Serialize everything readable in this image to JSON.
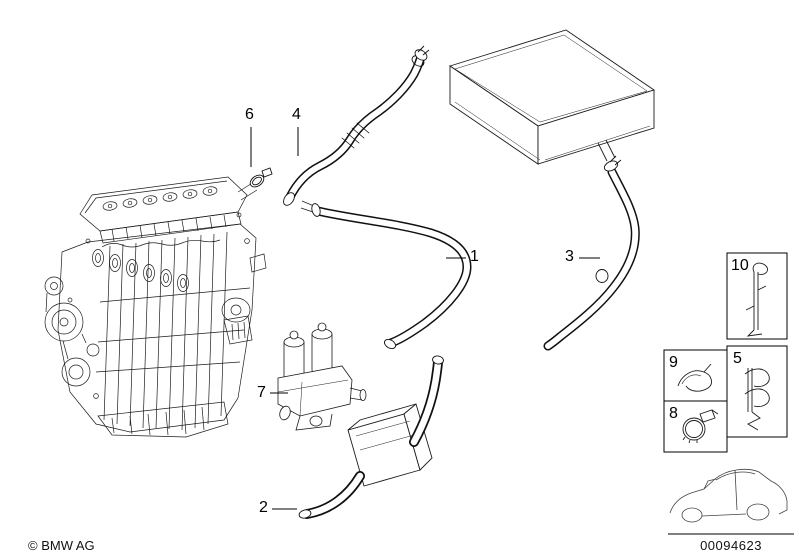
{
  "colors": {
    "line": "#1c1c1c",
    "background": "#ffffff"
  },
  "callouts": [
    {
      "label": "1"
    },
    {
      "label": "2"
    },
    {
      "label": "3"
    },
    {
      "label": "4"
    },
    {
      "label": "5"
    },
    {
      "label": "6"
    },
    {
      "label": "7"
    },
    {
      "label": "8"
    },
    {
      "label": "9"
    },
    {
      "label": "10"
    }
  ],
  "footer": {
    "copyright": "© BMW AG",
    "diagram_number": "00094623"
  }
}
